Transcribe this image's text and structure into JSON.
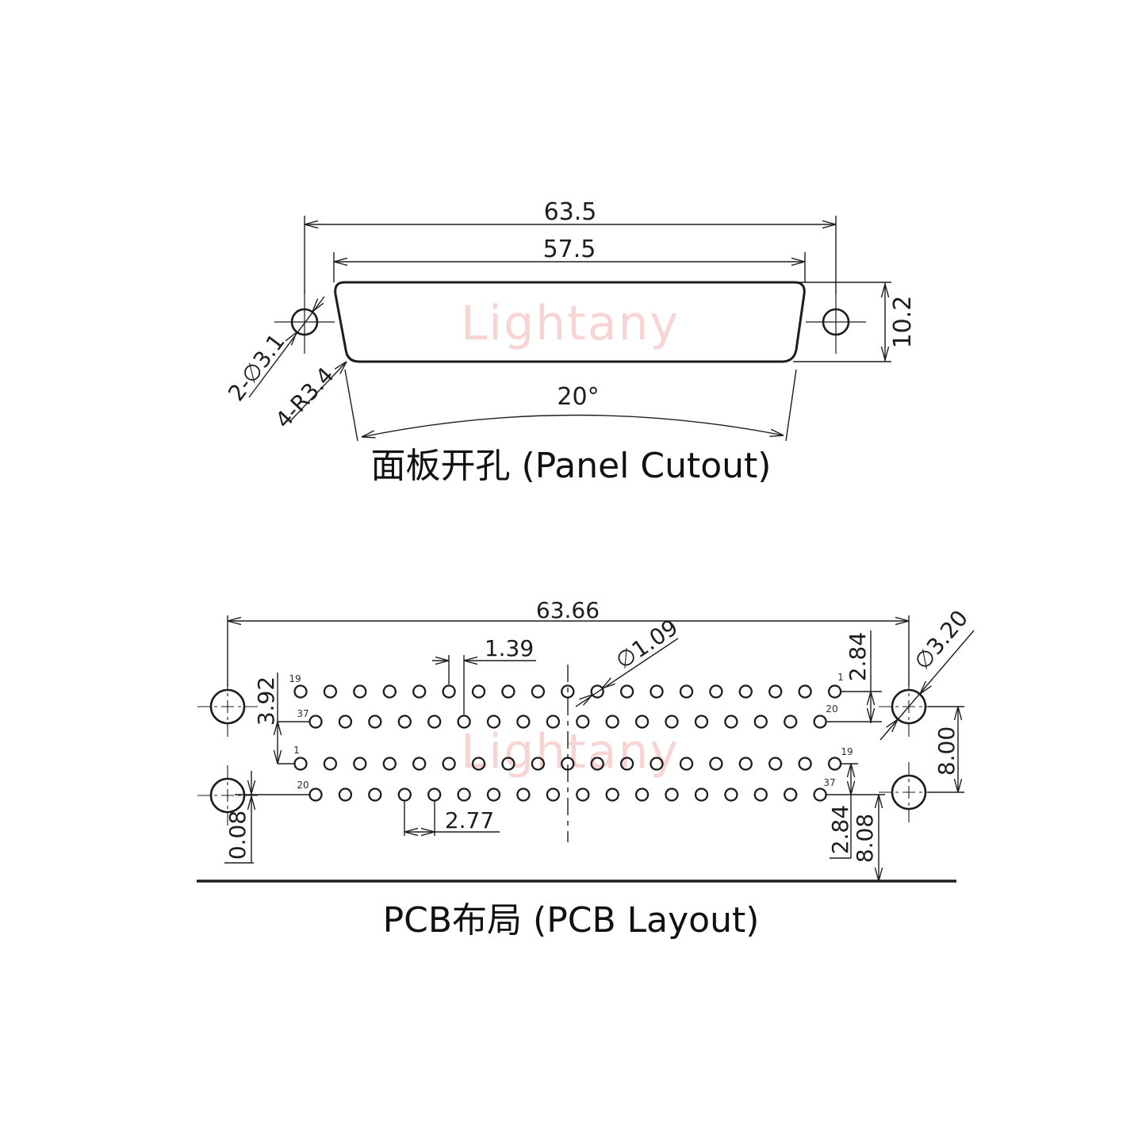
{
  "watermark": "Lightany",
  "colors": {
    "line": "#1d1d1d",
    "watermark": "#f8d4d4"
  },
  "panel": {
    "caption": "面板开孔 (Panel Cutout)",
    "overall_width": "63.5",
    "cutout_width": "57.5",
    "height": "10.2",
    "angle": "20°",
    "screw_holes": "2-∅3.1",
    "corner_radius": "4-R3.4"
  },
  "pcb": {
    "caption": "PCB布局 (PCB Layout)",
    "overall_width": "63.66",
    "row_offset": "1.39",
    "pin_hole_diameter": "∅1.09",
    "mount_hole_diameter": "∅3.20",
    "row_gap_top_right": "2.84",
    "connector_row_gap": "3.92",
    "mount_hole_spacing": "8.00",
    "mount_row_offset": "0.08",
    "pin_pitch": "2.77",
    "row_gap_bottom_right": "2.84",
    "pcb_edge_distance": "8.08",
    "pins": {
      "row1_left": "19",
      "row1_right": "1",
      "row2_left": "37",
      "row2_right": "20",
      "row3_left": "1",
      "row3_right": "19",
      "row4_left": "20",
      "row4_right": "37"
    }
  }
}
